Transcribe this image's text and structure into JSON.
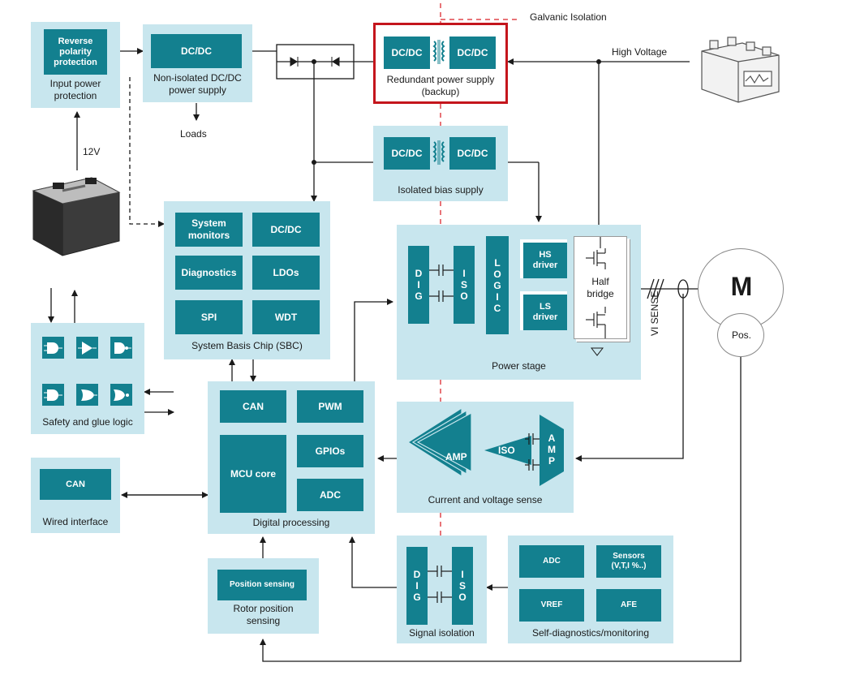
{
  "colors": {
    "panel": "#c8e6ee",
    "block": "#13808f",
    "highlight": "#c4151c",
    "isolation_line": "#e0474c",
    "wire": "#1a1a1a"
  },
  "top": {
    "galvanic_isolation": "Galvanic Isolation",
    "high_voltage": "High Voltage",
    "loads": "Loads",
    "v12": "12V",
    "vi_sense": "VI SENSE"
  },
  "input_power": {
    "block": "Reverse\npolarity\nprotection",
    "caption": "Input power\nprotection"
  },
  "nonisolated": {
    "block": "DC/DC",
    "caption": "Non-isolated DC/DC\npower supply"
  },
  "redundant": {
    "left": "DC/DC",
    "right": "DC/DC",
    "caption": "Redundant power supply\n(backup)"
  },
  "bias": {
    "left": "DC/DC",
    "right": "DC/DC",
    "caption": "Isolated bias supply"
  },
  "sbc": {
    "system_monitors": "System\nmonitors",
    "dcdc": "DC/DC",
    "diagnostics": "Diagnostics",
    "ldos": "LDOs",
    "spi": "SPI",
    "wdt": "WDT",
    "caption": "System Basis Chip (SBC)"
  },
  "power_stage": {
    "dig": "D\nI\nG",
    "iso": "I\nS\nO",
    "logic": "L\nO\nG\nI\nC",
    "hs": "HS\ndriver",
    "ls": "LS\ndriver",
    "half_bridge": "Half\nbridge",
    "caption": "Power stage"
  },
  "motor": {
    "label": "M",
    "pos": "Pos."
  },
  "safety": {
    "caption": "Safety and glue logic"
  },
  "digital": {
    "can": "CAN",
    "pwm": "PWM",
    "mcu": "MCU core",
    "gpios": "GPIOs",
    "adc": "ADC",
    "caption": "Digital processing"
  },
  "sense": {
    "amp_left": "AMP",
    "iso": "ISO",
    "amp_right": "A\nM\nP",
    "caption": "Current and voltage sense"
  },
  "wired": {
    "can": "CAN",
    "caption": "Wired interface"
  },
  "rotor": {
    "block": "Position sensing",
    "caption": "Rotor position\nsensing"
  },
  "signal_iso": {
    "dig": "D\nI\nG",
    "iso": "I\nS\nO",
    "caption": "Signal isolation"
  },
  "selfdiag": {
    "adc": "ADC",
    "sensors": "Sensors\n(V,T,I %..)",
    "vref": "VREF",
    "afe": "AFE",
    "caption": "Self-diagnostics/monitoring"
  }
}
